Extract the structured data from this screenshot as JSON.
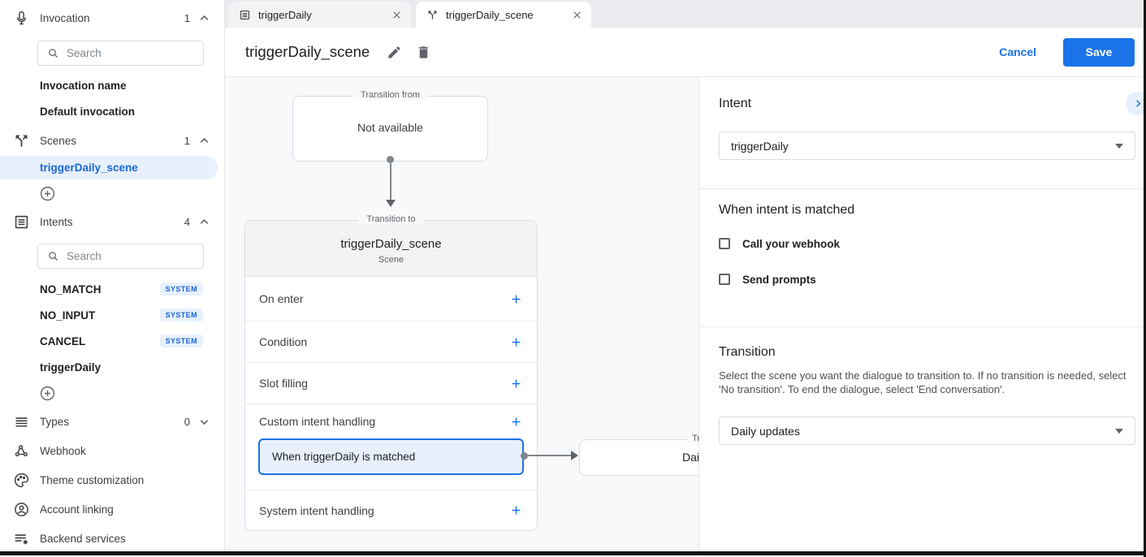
{
  "colors": {
    "accent": "#1a73e8",
    "selected_bg": "#e8f0fe",
    "selected_text": "#1967d2"
  },
  "sidebar": {
    "invocation": {
      "label": "Invocation",
      "count": "1",
      "search_placeholder": "Search",
      "item1": "Invocation name",
      "item2": "Default invocation"
    },
    "scenes": {
      "label": "Scenes",
      "count": "1",
      "selected_item": "triggerDaily_scene"
    },
    "intents": {
      "label": "Intents",
      "count": "4",
      "search_placeholder": "Search",
      "items": [
        {
          "name": "NO_MATCH",
          "badge": "SYSTEM"
        },
        {
          "name": "NO_INPUT",
          "badge": "SYSTEM"
        },
        {
          "name": "CANCEL",
          "badge": "SYSTEM"
        },
        {
          "name": "triggerDaily"
        }
      ]
    },
    "types": {
      "label": "Types",
      "count": "0"
    },
    "links": [
      "Webhook",
      "Theme customization",
      "Account linking",
      "Backend services"
    ]
  },
  "tabs": [
    {
      "label": "triggerDaily"
    },
    {
      "label": "triggerDaily_scene"
    }
  ],
  "header": {
    "title": "triggerDaily_scene",
    "cancel": "Cancel",
    "save": "Save"
  },
  "canvas": {
    "from_box": {
      "legend": "Transition from",
      "text": "Not available"
    },
    "to_box": {
      "legend": "Transition to",
      "title": "triggerDaily_scene",
      "subtitle": "Scene",
      "rows": [
        "On enter",
        "Condition",
        "Slot filling",
        "Custom intent handling",
        "System intent handling"
      ],
      "selected_handler": "When triggerDaily is matched"
    },
    "target_box": {
      "legend": "Tr",
      "text": "Dail"
    }
  },
  "panel": {
    "intent_heading": "Intent",
    "intent_value": "triggerDaily",
    "matched_heading": "When intent is matched",
    "checkbox1": "Call your webhook",
    "checkbox2": "Send prompts",
    "transition_heading": "Transition",
    "transition_description": "Select the scene you want the dialogue to transition to. If no transition is needed, select 'No transition'. To end the dialogue, select 'End conversation'.",
    "transition_value": "Daily updates"
  }
}
